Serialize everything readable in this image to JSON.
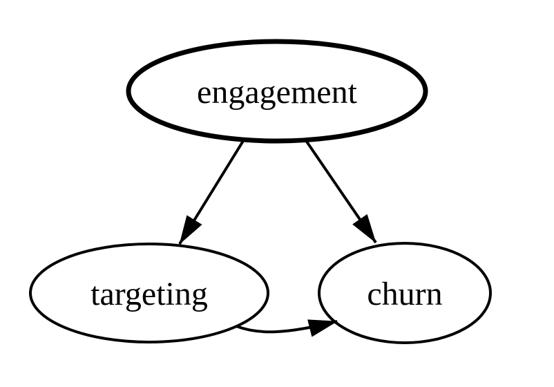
{
  "diagram": {
    "type": "directed-graph",
    "background_color": "#ffffff",
    "stroke_color": "#000000",
    "text_color": "#000000",
    "nodes": [
      {
        "id": "engagement",
        "label": "engagement",
        "shape": "ellipse",
        "border": "bold"
      },
      {
        "id": "targeting",
        "label": "targeting",
        "shape": "ellipse",
        "border": "normal"
      },
      {
        "id": "churn",
        "label": "churn",
        "shape": "ellipse",
        "border": "normal"
      }
    ],
    "edges": [
      {
        "from": "engagement",
        "to": "targeting",
        "style": "straight-arrow"
      },
      {
        "from": "engagement",
        "to": "churn",
        "style": "straight-arrow"
      },
      {
        "from": "targeting",
        "to": "churn",
        "style": "curved-arrow"
      }
    ]
  }
}
